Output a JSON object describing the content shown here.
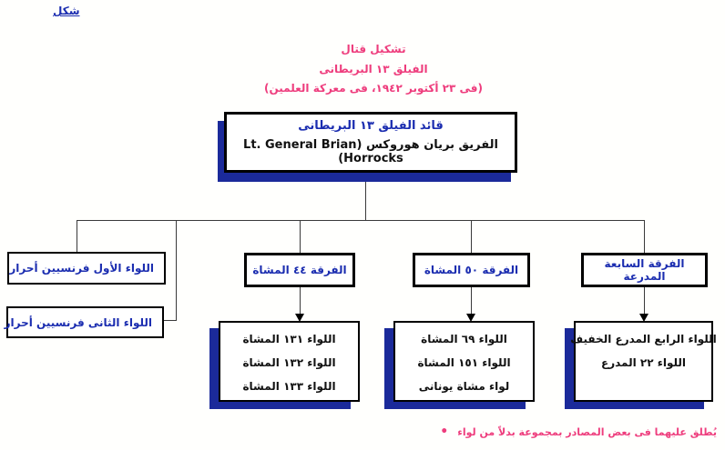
{
  "figure_label": "شكل",
  "title": {
    "line1": "تشكيل قتال",
    "line2": "الفيلق ١٣ البريطانى",
    "line3": "(فى ٢٣ أكتوبر ١٩٤٢، فى معركة العلمين)"
  },
  "commander": {
    "title": "قائد الفيلق ١٣ البريطانى",
    "name": "الفريق بريان هوروكس (Lt. General Brian Horrocks)"
  },
  "french_brigades": [
    {
      "label": "اللواء الأول فرنسيين أحرار",
      "marker": "•"
    },
    {
      "label": "اللواء الثانى فرنسيين أحرار",
      "marker": "•"
    }
  ],
  "divisions": [
    {
      "label": "الفرقة ٤٤ المشاة",
      "units": [
        "اللواء ١٣١ المشاة",
        "اللواء ١٣٢ المشاة",
        "اللواء ١٣٣ المشاة"
      ]
    },
    {
      "label": "الفرقة ٥٠ المشاة",
      "units": [
        "اللواء ٦٩ المشاة",
        "اللواء ١٥١ المشاة",
        "لواء مشاة يونانى"
      ]
    },
    {
      "label": "الفرقة السابعة المدرعة",
      "units": [
        "اللواء الرابع المدرع الخفيف",
        "اللواء ٢٢ المدرع"
      ]
    }
  ],
  "footnote": {
    "marker": "•",
    "text": "يُطلق عليهما فى بعض المصادر بمجموعة بدلاً من لواء"
  },
  "colors": {
    "blue_text": "#1b2db0",
    "pink_text": "#ee3d7d",
    "shadow_navy": "#1b2a9a",
    "line_color": "#3a3a3a"
  }
}
